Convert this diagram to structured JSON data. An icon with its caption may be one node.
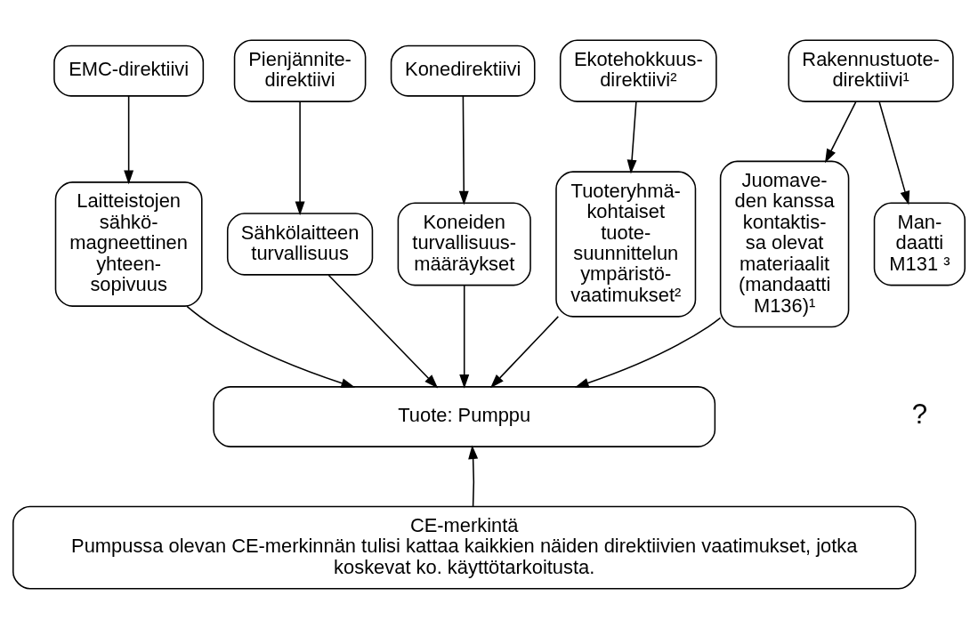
{
  "diagram": {
    "nodes": [
      {
        "text": [
          "Konedirektiivi"
        ]
      },
      {
        "text": [
          "EMC-direktiivi"
        ]
      },
      {
        "text": [
          "Pienjännite- direktiivi"
        ]
      },
      {
        "text": [
          "Rakennustuote- direktiivi¹"
        ]
      },
      {
        "text": [
          "Ekotehokkuus- direktiivi²"
        ]
      },
      {
        "text": [
          "Koneiden turvallisuus- määräykset"
        ]
      },
      {
        "text": [
          "Laitteistojen sähkö- magneettinen yhteen- sopivuus"
        ]
      },
      {
        "text": [
          "Sähkölaitteen turvallisuus"
        ]
      },
      {
        "text": [
          "Juomave- den kanssa kontaktis- sa olevat materiaalit (mandaatti M136)¹"
        ]
      },
      {
        "text": [
          "Man- daatti M131 ³"
        ]
      },
      {
        "text": [
          "Tuoteryhmä- kohtaiset tuote- suunnittelun ympäristö- vaatimukset²"
        ]
      },
      {
        "text": [
          "Tuote: Pumppu"
        ]
      },
      {
        "text": [
          "CE-merkintä",
          "Pumpussa olevan CE-merkinnän tulisi kattaa kaikkien näiden direktiivien vaatimukset, jotka koskevat ko. käyttötarkoitusta."
        ]
      }
    ],
    "edges": [
      {
        "from": 0,
        "to": 5,
        "arrow": "to"
      },
      {
        "from": 1,
        "to": 6,
        "arrow": "to"
      },
      {
        "from": 2,
        "to": 7,
        "arrow": "to"
      },
      {
        "from": 3,
        "to": 8,
        "arrow": "to"
      },
      {
        "from": 3,
        "to": 9,
        "arrow": "to"
      },
      {
        "from": 4,
        "to": 10,
        "arrow": "to"
      },
      {
        "from": 5,
        "to": 11,
        "arrow": "to"
      },
      {
        "from": 6,
        "to": 11,
        "arrow": "to"
      },
      {
        "from": 7,
        "to": 11,
        "arrow": "to"
      },
      {
        "from": 8,
        "to": 11,
        "arrow": "to"
      },
      {
        "from": 10,
        "to": 11,
        "arrow": "to"
      },
      {
        "from": 12,
        "to": 11,
        "arrow": "to"
      }
    ],
    "labels": [
      "?"
    ]
  }
}
